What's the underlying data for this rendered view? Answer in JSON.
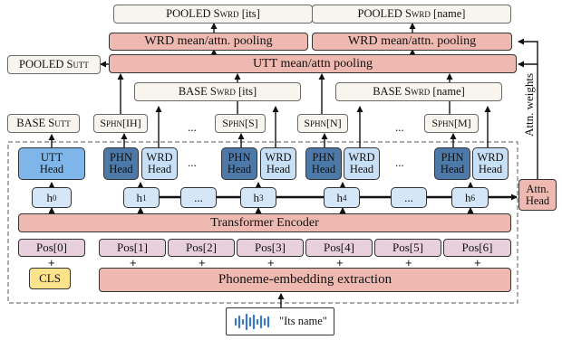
{
  "pooled_wrd": {
    "prefix": "POOLED S",
    "sub": "WRD",
    "items": [
      "[its]",
      "[name]"
    ]
  },
  "wrd_pooling": {
    "label": "WRD mean/attn. pooling"
  },
  "utt_pooling": {
    "label": "UTT mean/attn pooling"
  },
  "pooled_utt": {
    "prefix": "POOLED S",
    "sub": "UTT"
  },
  "base_wrd": {
    "prefix": "BASE S",
    "sub": "WRD",
    "items": [
      "[its]",
      "[name]"
    ]
  },
  "base_utt": {
    "prefix": "BASE S",
    "sub": "UTT"
  },
  "phn_scores": {
    "prefix": "S",
    "sub": "PHN",
    "items": [
      "[IH]",
      "[S]",
      "[N]",
      "[M]"
    ]
  },
  "ellipsis": "...",
  "heads": {
    "utt": [
      "UTT",
      "Head"
    ],
    "phn": [
      "PHN",
      "Head"
    ],
    "wrd": [
      "WRD",
      "Head"
    ]
  },
  "hidden": {
    "prefix": "h",
    "subs": [
      "0",
      "1",
      "3",
      "4",
      "6"
    ]
  },
  "transformer": {
    "label": "Transformer Encoder"
  },
  "positions": [
    "Pos[0]",
    "Pos[1]",
    "Pos[2]",
    "Pos[3]",
    "Pos[4]",
    "Pos[5]",
    "Pos[6]"
  ],
  "plus": "+",
  "cls": "CLS",
  "phoneme_extraction": {
    "label": "Phoneme-embedding extraction"
  },
  "attn_head": [
    "Attn.",
    "Head"
  ],
  "attn_weights": "Attn. weights",
  "audio": {
    "text": "\"Its name\""
  },
  "colors": {
    "pool": "#eeb9b0",
    "pos": "#e7cfdc",
    "hidden": "#d4e6f7",
    "utt_head": "#7fb6ea",
    "phn_head": "#4d79a8",
    "wrd_head": "#c8e0f6",
    "cls": "#fce28a",
    "audio_icon": "#3a78c9"
  }
}
